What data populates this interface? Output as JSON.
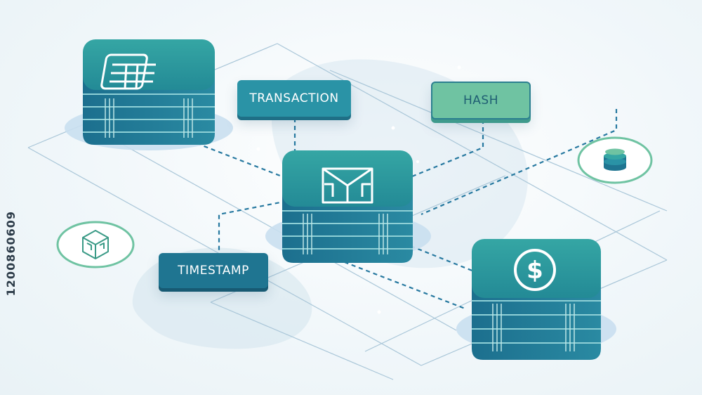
{
  "labels": {
    "transaction": "TRANSACTION",
    "hash": "HASH",
    "timestamp": "TIMESTAMP"
  },
  "watermark_id": "1200860609",
  "icons": {
    "top_left_block": "calculator-icon",
    "center_block": "cube-icon",
    "bottom_right_block": "dollar-coin-icon",
    "right_badge": "coin-stack-icon",
    "left_badge": "small-cube-icon"
  },
  "colors": {
    "teal": "#2a93a6",
    "dark_teal": "#1f6f86",
    "mint": "#6fc3a2",
    "background": "#f3f8fb"
  }
}
